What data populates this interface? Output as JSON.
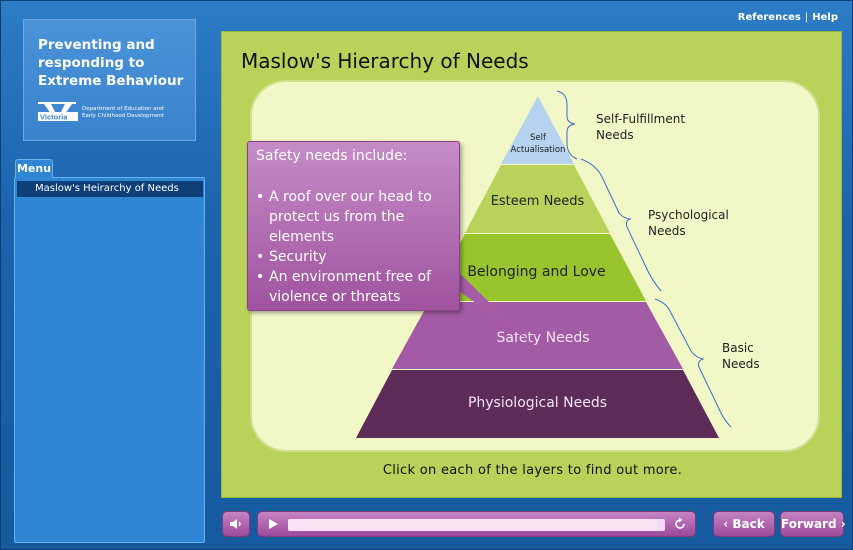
{
  "header": {
    "references_label": "References",
    "separator": "|",
    "help_label": "Help"
  },
  "sidebar": {
    "logo_title": "Preventing and responding to Extreme Behaviour",
    "logo_brand": "Victoria",
    "logo_dept_line1": "Department of Education and",
    "logo_dept_line2": "Early Childhood Development",
    "menu_tab": "Menu",
    "menu_items": [
      {
        "label": "Maslow's Heirarchy of Needs"
      }
    ]
  },
  "main": {
    "title": "Maslow's Hierarchy of Needs",
    "instruction": "Click on each of the layers to find out more.",
    "pyramid": {
      "layers": [
        {
          "label": "Self Actualisation",
          "color": "#b5d3ee"
        },
        {
          "label": "Esteem Needs",
          "color": "#b9d25a"
        },
        {
          "label": "Belonging and Love",
          "color": "#98c42e"
        },
        {
          "label": "Safety Needs",
          "color": "#a35ba6"
        },
        {
          "label": "Physiological Needs",
          "color": "#5e2c59"
        }
      ],
      "brackets": [
        {
          "label_line1": "Self-Fulfillment",
          "label_line2": "Needs"
        },
        {
          "label_line1": "Psychological",
          "label_line2": "Needs"
        },
        {
          "label_line1": "Basic",
          "label_line2": "Needs"
        }
      ]
    },
    "callout": {
      "title": "Safety needs include:",
      "items": [
        "A roof over our head to protect us from the elements",
        "Security",
        "An environment free of violence or threats"
      ]
    }
  },
  "player": {
    "mute_icon": "speaker-icon",
    "play_icon": "play-icon",
    "replay_icon": "replay-icon",
    "progress": 0.98,
    "back_label": "Back",
    "forward_label": "Forward"
  },
  "colors": {
    "frame": "#1c63ad",
    "content": "#b9d25a",
    "panel": "#f1f7c6",
    "accent": "#9b4a9a"
  }
}
